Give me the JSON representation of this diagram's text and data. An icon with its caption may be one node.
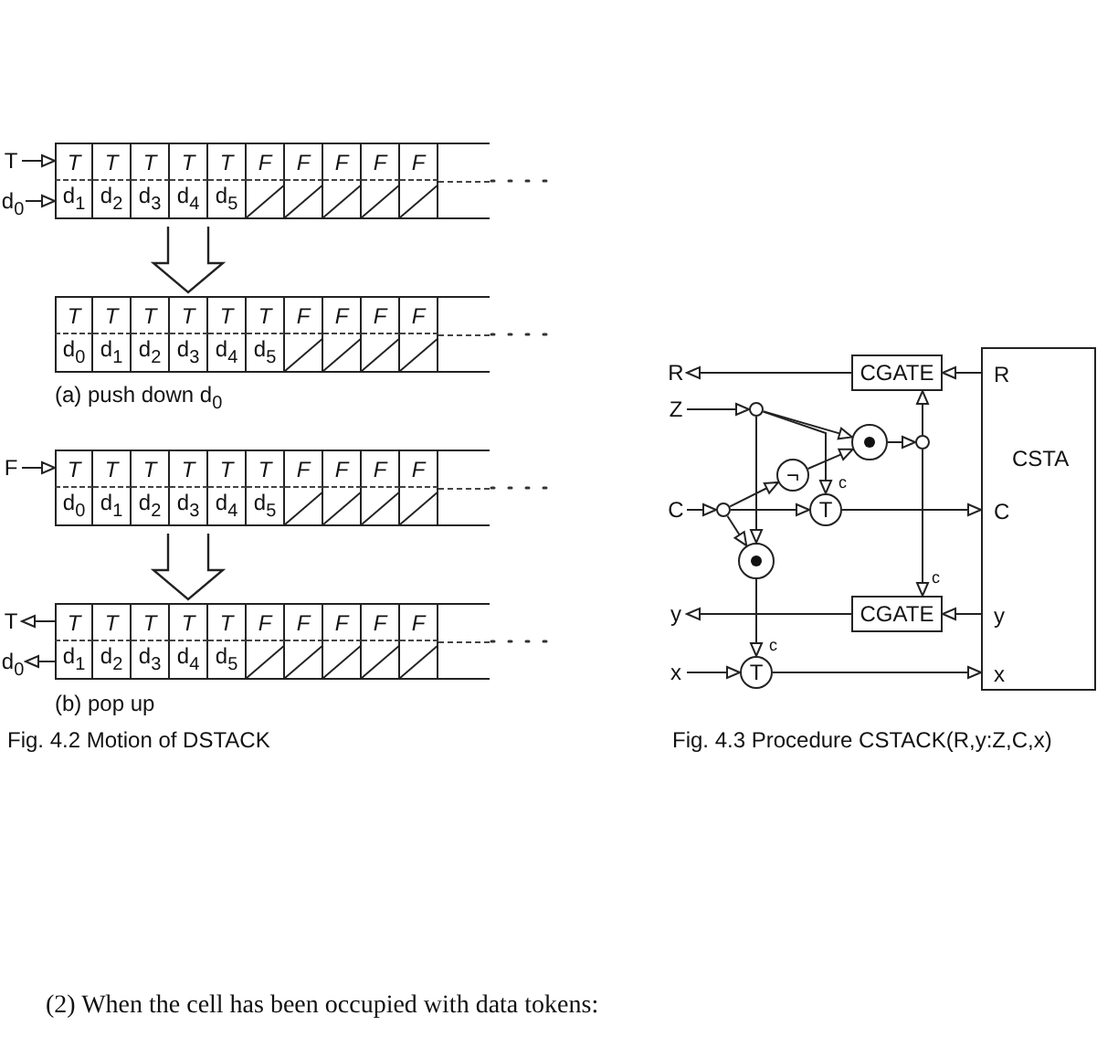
{
  "diagram": {
    "nodes": [
      {
        "text": [
          "T"
        ]
      },
      {
        "text": [
          "d$_{0}$"
        ]
      },
      {
        "text": [
          "T",
          "T",
          "T",
          "T",
          "T",
          "F",
          "F",
          "F",
          "F",
          "F",
          "d$_{1}$",
          "d$_{2}$",
          "d$_{3}$",
          "d$_{4}$",
          "d$_{5}$"
        ]
      },
      {
        "text": [
          "T",
          "T",
          "T",
          "T",
          "T",
          "T",
          "F",
          "F",
          "F",
          "F",
          "d$_{0}$",
          "d$_{1}$",
          "d$_{2}$",
          "d$_{3}$",
          "d$_{4}$",
          "d$_{5}$"
        ]
      },
      {
        "text": [
          "F"
        ]
      },
      {
        "text": [
          "T",
          "T",
          "T",
          "T",
          "T",
          "T",
          "F",
          "F",
          "F",
          "F",
          "d$_{0}$",
          "d$_{1}$",
          "d$_{2}$",
          "d$_{3}$",
          "d$_{4}$",
          "d$_{5}$"
        ]
      },
      {
        "text": [
          "T",
          "T",
          "T",
          "T",
          "T",
          "F",
          "F",
          "F",
          "F",
          "F",
          "d$_{1}$",
          "d$_{2}$",
          "d$_{3}$",
          "d$_{4}$",
          "d$_{5}$"
        ]
      },
      {
        "text": [
          "T"
        ]
      },
      {
        "text": [
          "d$_{0}$"
        ]
      },
      {
        "text": [
          "R"
        ]
      },
      {
        "text": [
          "CGATE"
        ]
      },
      {
        "text": [
          "R",
          "CSTA",
          "C",
          "y",
          "x"
        ]
      },
      {
        "text": [
          "Z"
        ]
      },
      {
        "text": [],
        "shape": "circle"
      },
      {
        "text": [],
        "shape": "circle"
      },
      {
        "text": [],
        "shape": "circle"
      },
      {
        "text": [
          "¬"
        ]
      },
      {
        "text": [
          "C"
        ]
      },
      {
        "text": [],
        "shape": "circle"
      },
      {
        "text": [
          "T"
        ],
        "beside": [
          "c"
        ]
      },
      {
        "text": [],
        "shape": "circle"
      },
      {
        "text": [
          "y"
        ]
      },
      {
        "text": [
          "CGATE"
        ],
        "beside": [
          "c"
        ]
      },
      {
        "text": [
          "x"
        ]
      },
      {
        "text": [
          "T"
        ],
        "beside": [
          "c"
        ]
      }
    ],
    "edges": [
      {
        "from": 0,
        "to": 2,
        "arrow": "to"
      },
      {
        "from": 1,
        "to": 2,
        "arrow": "to"
      },
      {
        "from": 2,
        "to": 3,
        "arrow": "to",
        "style": "thick"
      },
      {
        "from": 4,
        "to": 5,
        "arrow": "to"
      },
      {
        "from": 5,
        "to": 6,
        "arrow": "to",
        "style": "thick"
      },
      {
        "from": 6,
        "to": 7,
        "arrow": "to"
      },
      {
        "from": 6,
        "to": 8,
        "arrow": "to"
      },
      {
        "from": 10,
        "to": 9,
        "arrow": "to"
      },
      {
        "from": 11,
        "to": 10,
        "arrow": "to"
      },
      {
        "from": 12,
        "to": 13,
        "arrow": "to"
      },
      {
        "from": 13,
        "to": 14,
        "arrow": "to"
      },
      {
        "from": 13,
        "to": 19,
        "arrow": "to"
      },
      {
        "from": 13,
        "to": 20,
        "arrow": "to"
      },
      {
        "from": 14,
        "to": 15,
        "arrow": "to"
      },
      {
        "from": 15,
        "to": 10,
        "arrow": "to"
      },
      {
        "from": 15,
        "to": 22,
        "arrow": "to"
      },
      {
        "from": 16,
        "to": 14,
        "arrow": "to"
      },
      {
        "from": 17,
        "to": 18,
        "arrow": "to"
      },
      {
        "from": 18,
        "to": 16,
        "arrow": "to"
      },
      {
        "from": 18,
        "to": 19,
        "arrow": "to"
      },
      {
        "from": 18,
        "to": 20,
        "arrow": "to"
      },
      {
        "from": 19,
        "to": 11,
        "arrow": "to"
      },
      {
        "from": 22,
        "to": 21,
        "arrow": "to"
      },
      {
        "from": 11,
        "to": 22,
        "arrow": "to"
      },
      {
        "from": 20,
        "to": 24,
        "arrow": "to"
      },
      {
        "from": 23,
        "to": 24,
        "arrow": "to"
      },
      {
        "from": 24,
        "to": 11,
        "arrow": "to"
      }
    ],
    "labels": [
      "(a) push down d$_{0}$",
      "(b) pop up",
      "Fig. 4.2 Motion of DSTACK",
      "Fig. 4.3 Procedure CSTACK(R,y:Z,C,x)",
      "(2) When the cell has been occupied with data tokens:"
    ]
  }
}
